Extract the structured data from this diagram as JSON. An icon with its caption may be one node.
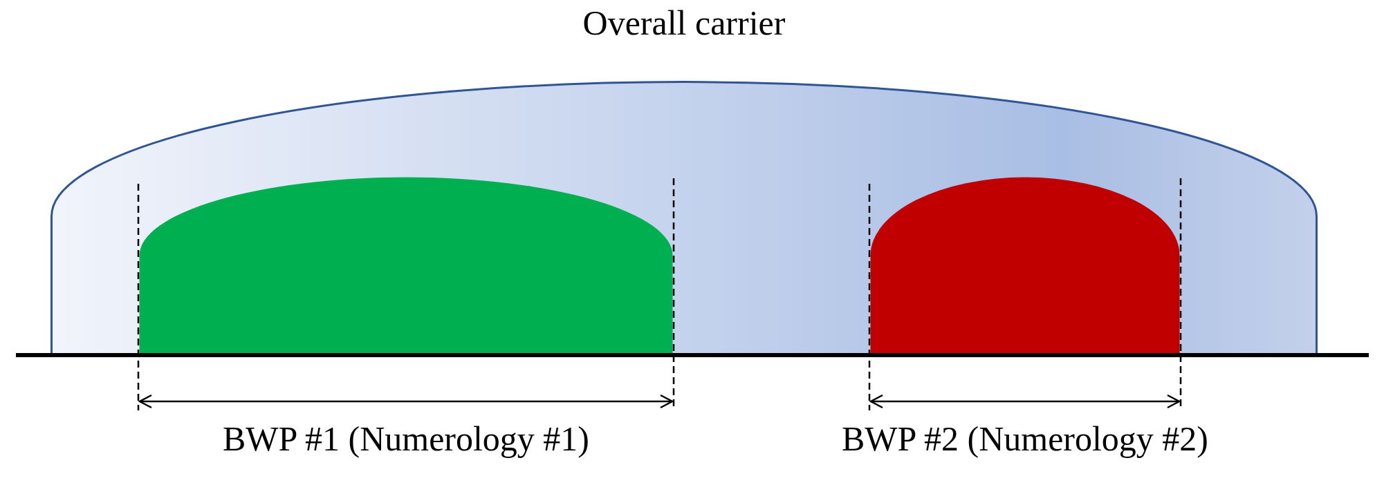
{
  "diagram": {
    "nodes": [
      {
        "text": [
          "Overall carrier"
        ]
      },
      {
        "text": [],
        "shape": "dome",
        "in": 0,
        "beside": [
          "BWP #1 (Numerology #1)"
        ]
      },
      {
        "text": [],
        "shape": "dome",
        "in": 0,
        "beside": [
          "BWP #2 (Numerology #2)"
        ]
      }
    ]
  }
}
